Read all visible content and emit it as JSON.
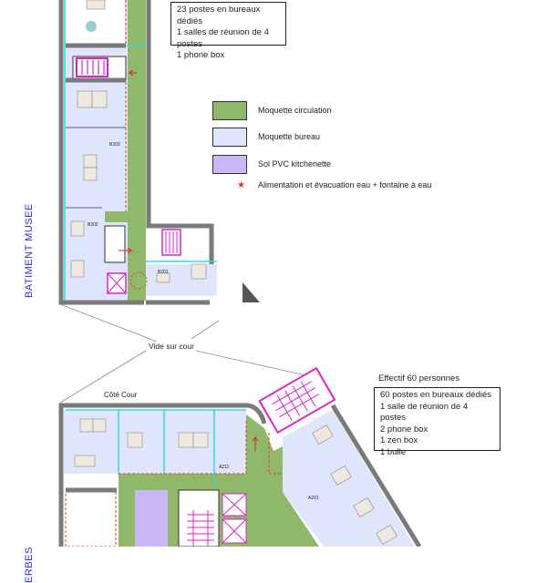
{
  "top_building": {
    "label": "BATIMENT MUSEE",
    "summary": [
      "23 postes en bureaux dédiés",
      "1 salles de réunion de 4 postes",
      "1 phone box"
    ]
  },
  "legend": {
    "items": [
      {
        "label": "Moquette circulation",
        "color": "#8fb86b"
      },
      {
        "label": "Moquette bureau",
        "color": "#dfe6fb"
      },
      {
        "label": "Sol PVC kitchenette",
        "color": "#c9b8f5"
      }
    ],
    "water_note": "Alimentation et évacuation eau + fontaine à eau",
    "water_color": "#e0303a"
  },
  "courtyard": {
    "label": "Vide sur cour",
    "side_label": "Côté Cour"
  },
  "bottom_building": {
    "label": "ERBES",
    "headcount": "Effectif 60 personnes",
    "summary": [
      "60 postes en bureaux dédiés",
      "1 salle de réunion de 4 postes",
      "2 phone box",
      "1 zen box",
      "1 bulle"
    ]
  },
  "room_codes": {
    "a201": "A201",
    "b201": "B201",
    "b202": "B202",
    "b203": "B203",
    "a211": "A211"
  },
  "colors": {
    "wall": "#7a7a7a",
    "glass": "#35d6e0",
    "stairs": "#e020d0",
    "office": "#dfe6fb",
    "circulation": "#8fb86b",
    "kitchen": "#c9b8f5"
  }
}
